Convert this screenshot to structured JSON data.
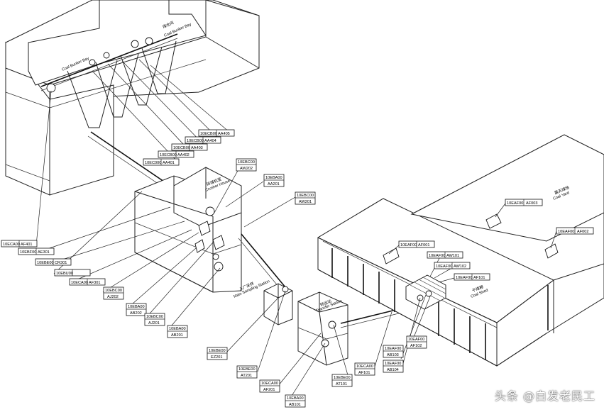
{
  "buildings": {
    "coal_bunker_bay": {
      "cn": "煤仓间",
      "en": "Coal Bunker Bay"
    },
    "crusher_house": {
      "cn": "碎煤机室",
      "en": "Crusher House"
    },
    "main_sampling": {
      "cn": "入厂采样",
      "en": "Main Sampling Station"
    },
    "transfer_station": {
      "cn": "转运站",
      "en": "Transfer Station"
    },
    "coal_shed": {
      "cn": "干煤棚",
      "en": "Coal Shed"
    },
    "coal_yard": {
      "cn": "露天煤场",
      "en": "Coal Yard"
    }
  },
  "tags": [
    {
      "code": "10ECB00",
      "sub": "AA405"
    },
    {
      "code": "10ECB00",
      "sub": "AA404"
    },
    {
      "code": "10ECB00",
      "sub": "AA403"
    },
    {
      "code": "10ECB00",
      "sub": "AA402"
    },
    {
      "code": "10EC000",
      "sub": "AA401"
    },
    {
      "code": "10EBC00",
      "sub": "AW202"
    },
    {
      "code": "10EBA00",
      "sub": "AA201"
    },
    {
      "code": "10EBC00",
      "sub": "AW201"
    },
    {
      "code": "10ECA00",
      "sub": "AF401"
    },
    {
      "code": "10EBF00",
      "sub": "AE301"
    },
    {
      "code": "10EBE00",
      "sub": "CR301"
    },
    {
      "code": "10EBU00",
      "sub": ""
    },
    {
      "code": "10ECA00",
      "sub": "AF301"
    },
    {
      "code": "10EBC00",
      "sub": "AJ202"
    },
    {
      "code": "10EBA00",
      "sub": "AB202"
    },
    {
      "code": "10EBC00",
      "sub": "AJ201"
    },
    {
      "code": "10EBA00",
      "sub": "AB201"
    },
    {
      "code": "10EBE00",
      "sub": "EZ201"
    },
    {
      "code": "10EBE00",
      "sub": "AT201"
    },
    {
      "code": "10ECA00",
      "sub": "AF201"
    },
    {
      "code": "10EBA00",
      "sub": "AB101"
    },
    {
      "code": "10EBE00",
      "sub": "AT101"
    },
    {
      "code": "10ECA00",
      "sub": "AF101"
    },
    {
      "code": "10EAF00",
      "sub": "AB104"
    },
    {
      "code": "10EAF00",
      "sub": "AB103"
    },
    {
      "code": "10EAF00",
      "sub": "AF102"
    },
    {
      "code": "10EAF00",
      "sub": "AF001"
    },
    {
      "code": "10EAF00",
      "sub": "AW101"
    },
    {
      "code": "10EAF00",
      "sub": "AW102"
    },
    {
      "code": "10EAF00",
      "sub": "AF101"
    },
    {
      "code": "10EAF00",
      "sub": "AF003"
    },
    {
      "code": "10EAF00",
      "sub": "AF002"
    }
  ],
  "watermark": "头条 @白发老民工"
}
